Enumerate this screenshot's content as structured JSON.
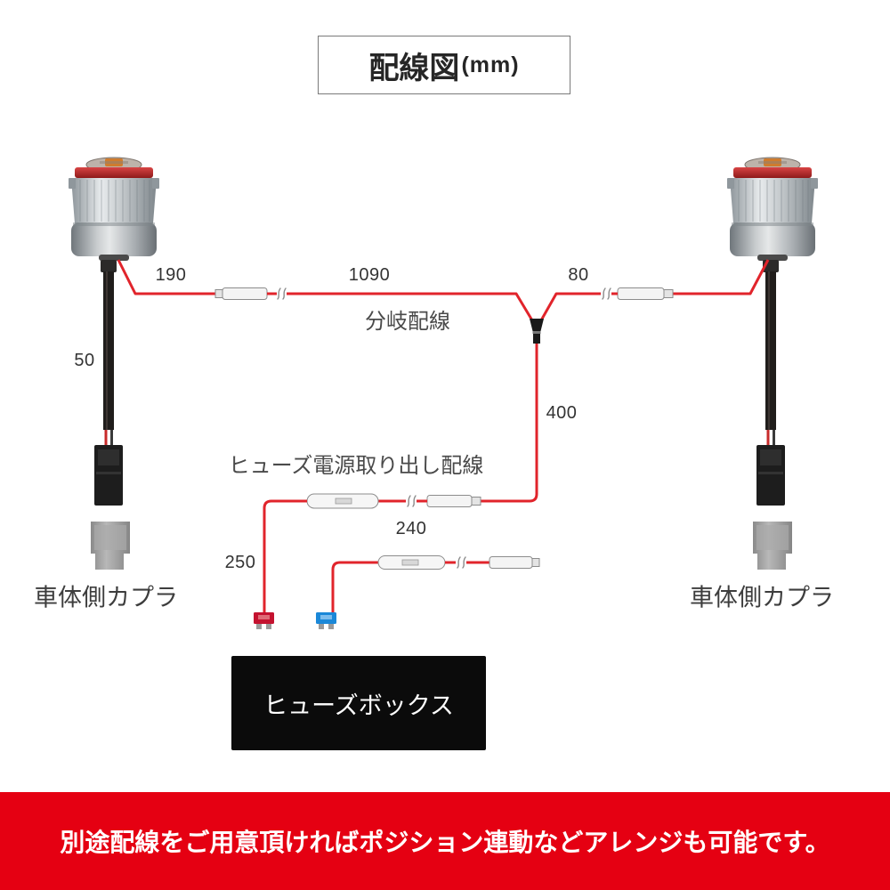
{
  "title": {
    "main": "配線図",
    "unit": "(mm)"
  },
  "diagram": {
    "branch_wiring": {
      "label": "分岐配線",
      "left_bulb_length": "190",
      "center_length": "1090",
      "right_bulb_length": "80",
      "trunk_length": "400"
    },
    "bulb_cable_length": "50",
    "fuse_power_wiring": {
      "label": "ヒューズ電源取り出し配線",
      "length": "240",
      "drop_length": "250"
    },
    "vehicle_couplers": {
      "left": "車体側カプラ",
      "right": "車体側カプラ"
    },
    "fuse_box": "ヒューズボックス",
    "icons": [
      "led-bulb-icon",
      "coupler-icon",
      "fuse-holder-icon",
      "fuse-icon"
    ]
  },
  "footer": {
    "note": "別途配線をご用意頂ければポジション連動などアレンジも可能です。"
  },
  "colors": {
    "wire": "#e1242b",
    "footer_band": "#e50012",
    "fuse_red": "#c4122f",
    "fuse_blue": "#1b88d8",
    "fuse_box": "#0b0b0b"
  }
}
